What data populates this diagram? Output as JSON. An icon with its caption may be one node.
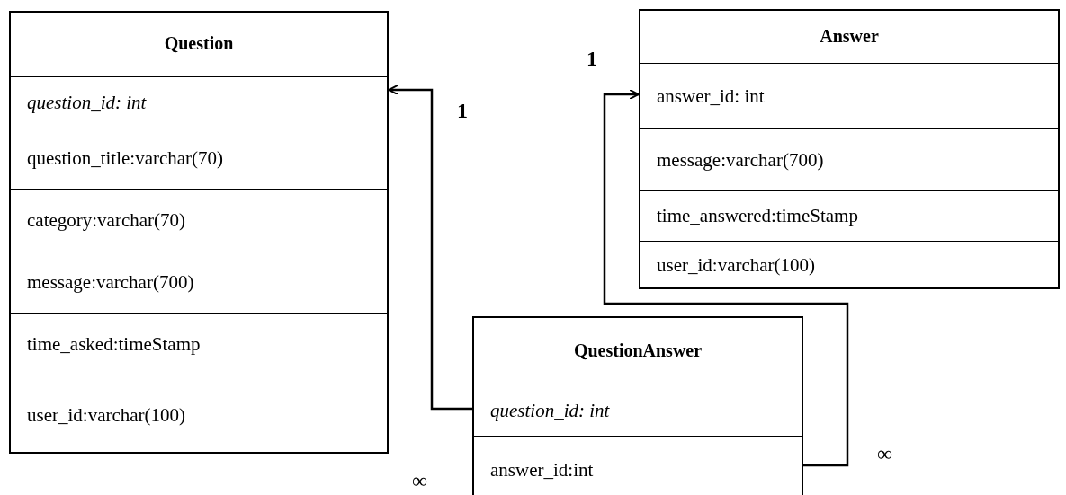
{
  "diagram": {
    "nodes": [
      {
        "text": [
          "Question",
          "question_id: int",
          "question_title:varchar(70)",
          "category:varchar(70)",
          "message:varchar(700)",
          "time_asked:timeStamp",
          "user_id:varchar(100)"
        ]
      },
      {
        "text": [
          "Answer",
          "answer_id: int",
          "message:varchar(700)",
          "time_answered:timeStamp",
          "user_id:varchar(100)"
        ]
      },
      {
        "text": [
          "QuestionAnswer",
          "question_id: int",
          "answer_id:int"
        ]
      }
    ],
    "edges": [
      {
        "from": 2,
        "to": 0,
        "arrow": "to"
      },
      {
        "from": 2,
        "to": 1,
        "arrow": "to"
      }
    ],
    "labels": [
      "1",
      "1",
      "∞",
      "∞"
    ]
  }
}
